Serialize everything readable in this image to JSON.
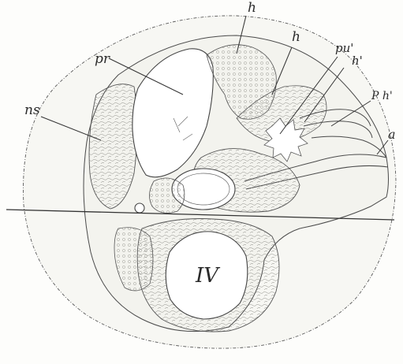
{
  "figure": {
    "labels": {
      "h_top": "h",
      "h_mid": "h",
      "pu_prime": "pu'",
      "h_prime": "h'",
      "pr": "pr",
      "p_h_prime": "P h'",
      "ns": "ns",
      "a": "a",
      "ventricle": "IV"
    }
  }
}
